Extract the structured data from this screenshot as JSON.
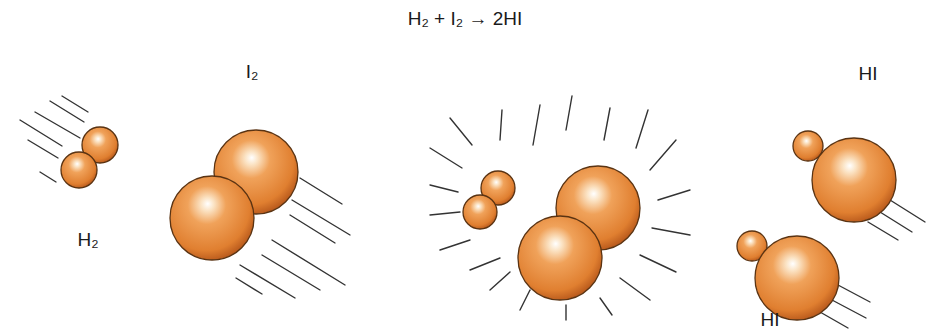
{
  "diagram": {
    "title": "H₂ + I₂ → 2HI",
    "labels": [
      "H₂",
      "I₂",
      "HI",
      "HI"
    ]
  }
}
